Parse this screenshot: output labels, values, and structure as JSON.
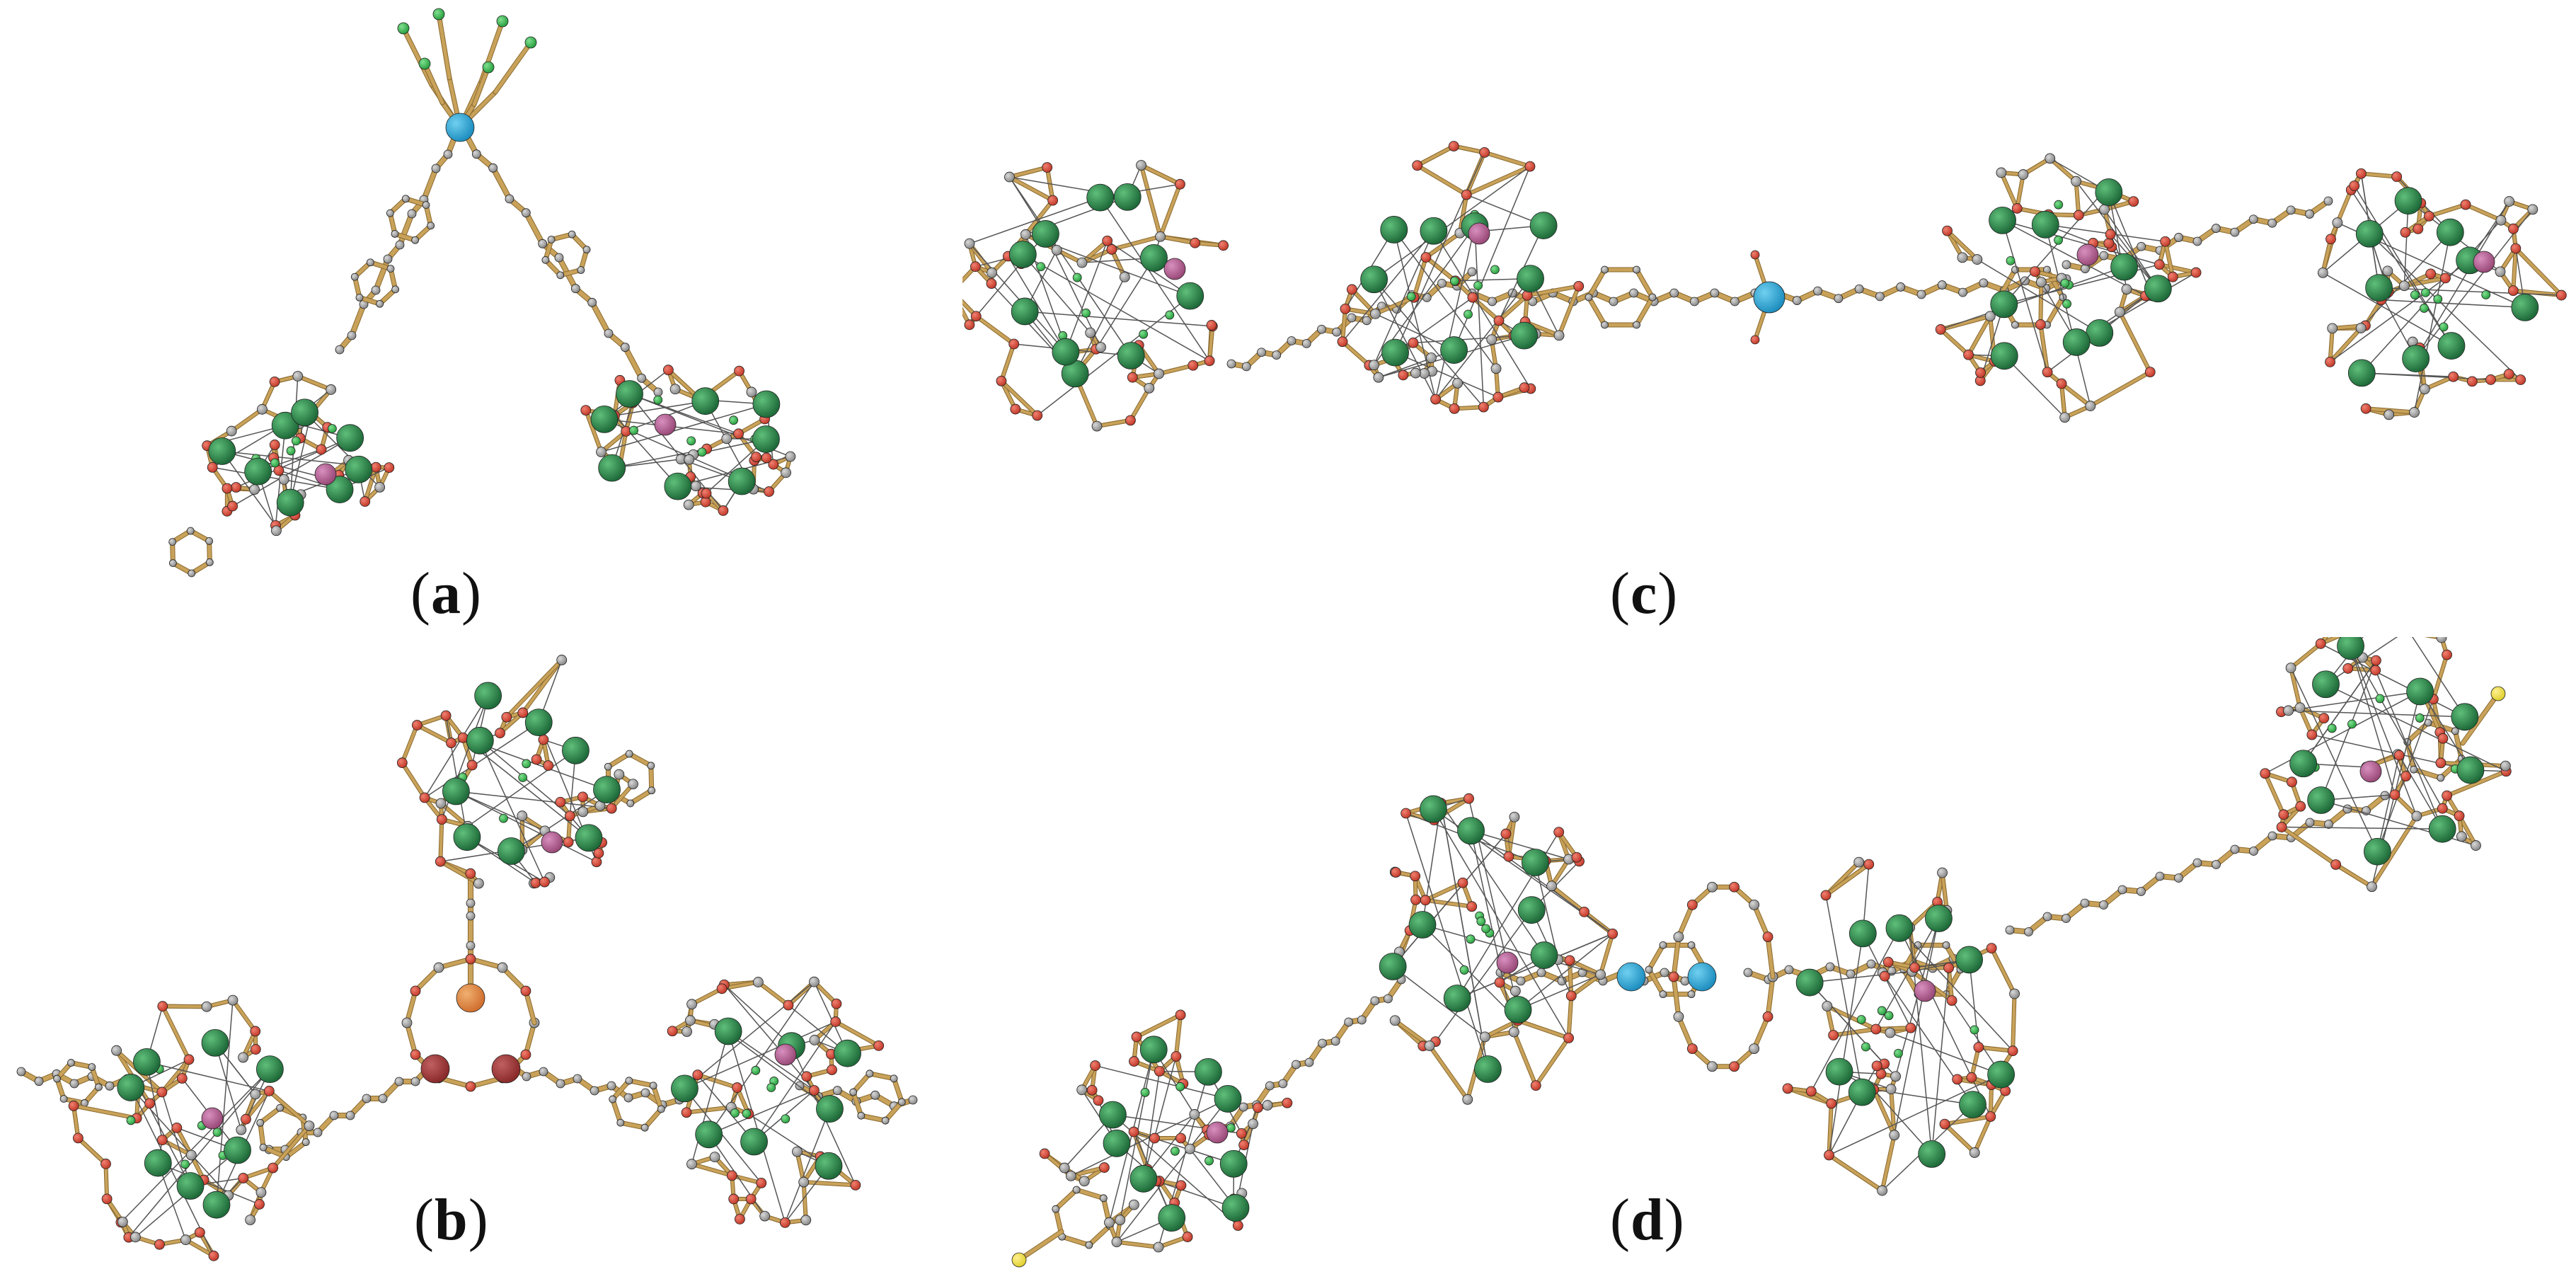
{
  "figure": {
    "panels": [
      {
        "id": "a",
        "label_open": "(",
        "label_letter": "a",
        "label_close": ")"
      },
      {
        "id": "b",
        "label_open": "(",
        "label_letter": "b",
        "label_close": ")"
      },
      {
        "id": "c",
        "label_open": "(",
        "label_letter": "c",
        "label_close": ")"
      },
      {
        "id": "d",
        "label_open": "(",
        "label_letter": "d",
        "label_close": ")"
      }
    ]
  },
  "colors": {
    "background": "#ffffff",
    "bond": "#c9a25a",
    "bond_dark": "#8a6a30",
    "metal_green": "#1f6b3a",
    "metal_green_highlight": "#5fbf7a",
    "oxygen_red": "#c23a2a",
    "carbon_grey": "#8a8a8a",
    "nitrogen_blue": "#4a4ad0",
    "pink_metal": "#9a4a78",
    "blue_metal": "#1f8fc0",
    "orange_metal": "#d07030",
    "maroon_metal": "#8a2a2a",
    "small_green": "#2aa040",
    "sulfur_yellow": "#e0d030",
    "label_text": "#111111"
  }
}
